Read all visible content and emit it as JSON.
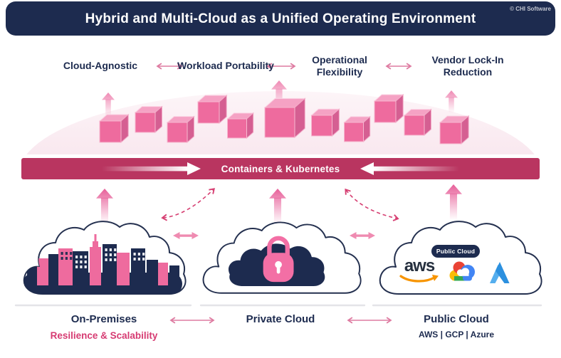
{
  "header": {
    "title": "Hybrid and Multi-Cloud as a Unified Operating Environment",
    "copyright": "© CHI Software"
  },
  "benefits": {
    "items": [
      "Cloud-Agnostic",
      "Workload Portability",
      "Operational Flexibility",
      "Vendor Lock-In Reduction"
    ]
  },
  "banner": {
    "label": "Containers & Kubernetes"
  },
  "clouds": {
    "on_premises": {
      "label": "On-Premises",
      "subtitle": "Resilience & Scalability"
    },
    "private_cloud": {
      "label": "Private Cloud"
    },
    "public_cloud": {
      "label": "Public Cloud",
      "badge": "Public Cloud",
      "caption": "AWS | GCP | Azure",
      "aws_text": "aws"
    }
  },
  "colors": {
    "navy": "#1d2b4f",
    "pink": "#ee6b9e",
    "crimson_banner": "#b93560",
    "accent_crimson": "#d63f72",
    "dome_pink": "#f2d2e0",
    "aws_orange": "#f79400",
    "azure_blue": "#2c90df"
  }
}
